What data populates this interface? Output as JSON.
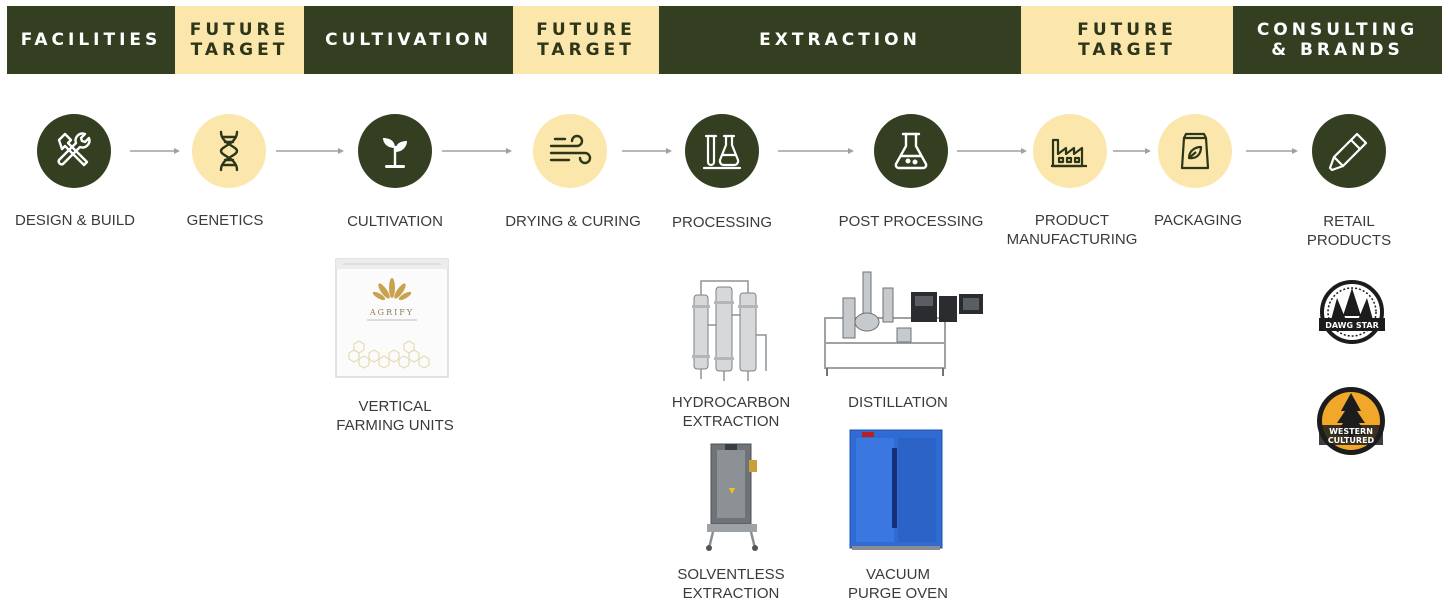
{
  "colors": {
    "dark_green": "#343f22",
    "cream": "#fbe6ac",
    "text": "#3a3a3a"
  },
  "header": {
    "facilities": "FACILITIES",
    "future_target_1": "FUTURE\nTARGET",
    "cultivation": "CULTIVATION",
    "future_target_2": "FUTURE\nTARGET",
    "extraction": "EXTRACTION",
    "future_target_3": "FUTURE\nTARGET",
    "consulting": "CONSULTING\n& BRANDS"
  },
  "steps": {
    "design": {
      "label": "DESIGN & BUILD",
      "icon": "tools-icon"
    },
    "genetics": {
      "label": "GENETICS",
      "icon": "dna-icon"
    },
    "cultivation": {
      "label": "CULTIVATION",
      "icon": "sprout-icon"
    },
    "drying": {
      "label": "DRYING & CURING",
      "icon": "wind-icon"
    },
    "processing": {
      "label": "PROCESSING",
      "icon": "lab-flasks-icon"
    },
    "post": {
      "label": "POST PROCESSING",
      "icon": "flask-icon"
    },
    "manufacturing": {
      "label": "PRODUCT\nMANUFACTURING",
      "icon": "factory-icon"
    },
    "packaging": {
      "label": "PACKAGING",
      "icon": "package-icon"
    },
    "retail": {
      "label": "RETAIL\nPRODUCTS",
      "icon": "vape-pen-icon"
    }
  },
  "equipment": {
    "vertical": {
      "label": "VERTICAL\nFARMING UNITS",
      "brand": "AGRIFY"
    },
    "hydrocarbon": {
      "label": "HYDROCARBON\nEXTRACTION"
    },
    "distillation": {
      "label": "DISTILLATION"
    },
    "solventless": {
      "label": "SOLVENTLESS\nEXTRACTION"
    },
    "vacuum": {
      "label": "VACUUM\nPURGE OVEN"
    }
  },
  "brands": {
    "dawg_star": "DAWG STAR",
    "western_cultured": "WESTERN\nCULTURED"
  }
}
